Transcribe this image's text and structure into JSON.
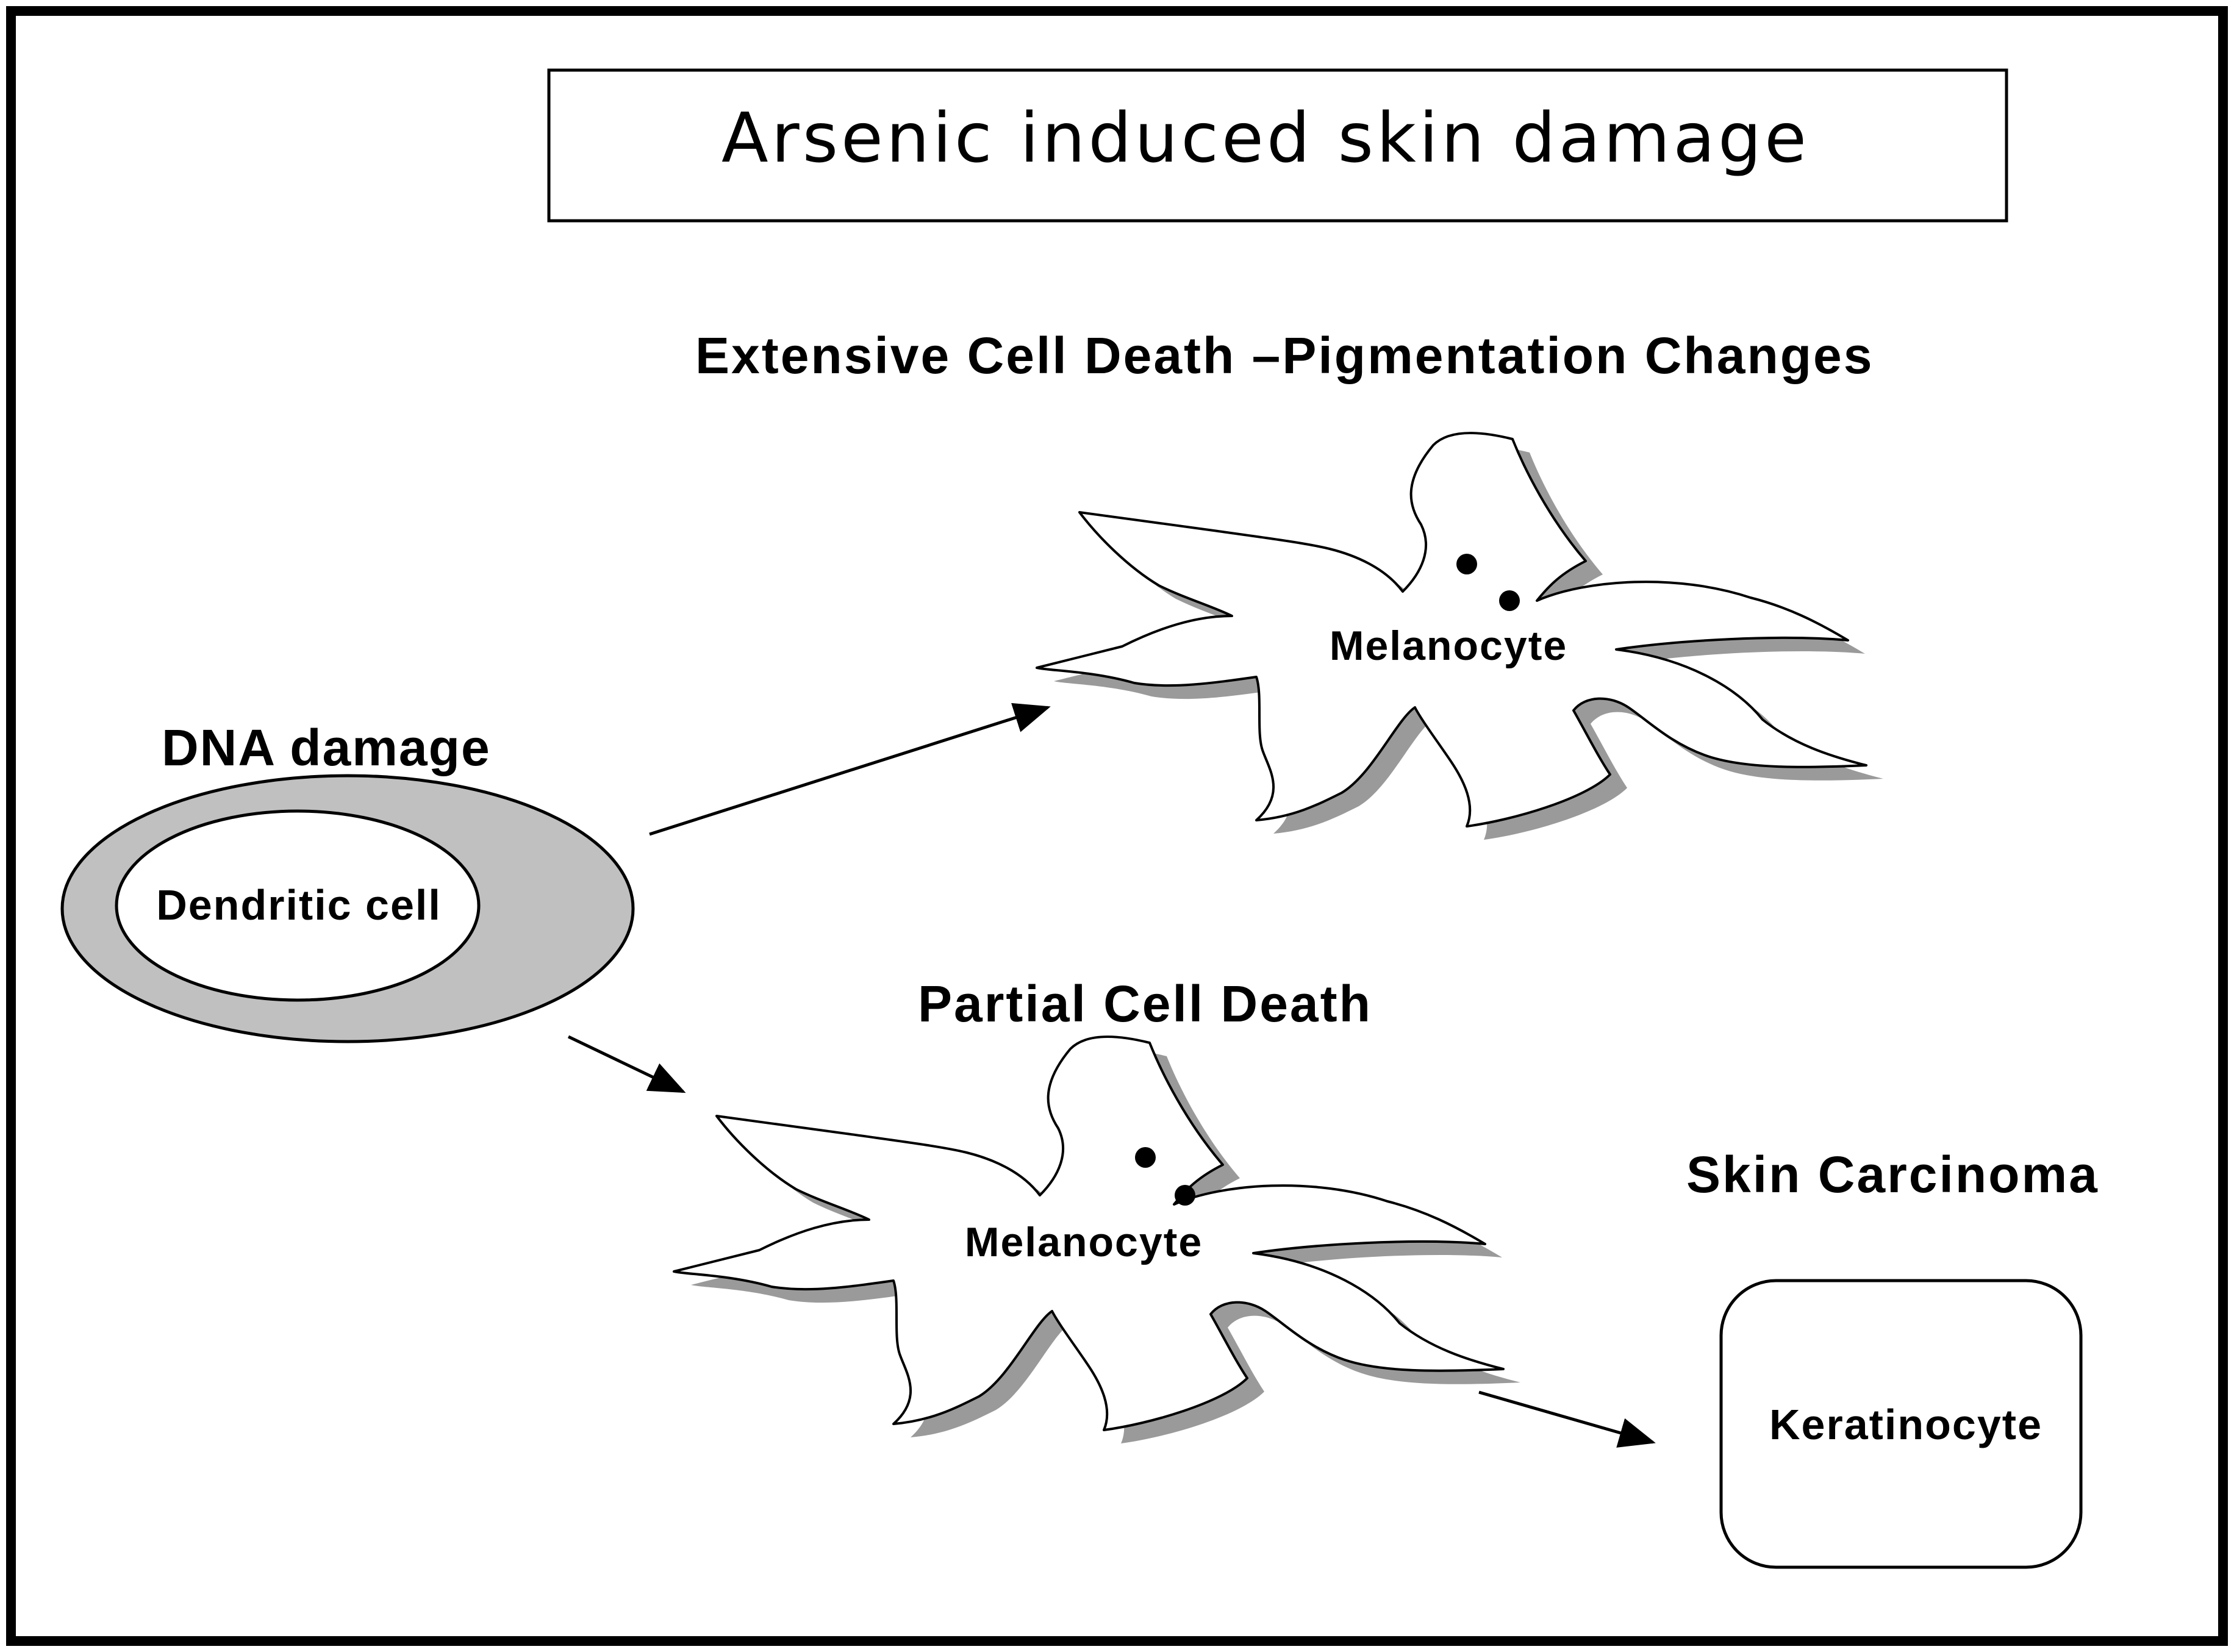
{
  "title": "Arsenic induced skin damage",
  "labels": {
    "extensive": "Extensive Cell Death –Pigmentation Changes",
    "partial": "Partial Cell Death",
    "dna_damage": "DNA damage",
    "dendritic_cell": "Dendritic cell",
    "melanocyte_top": "Melanocyte",
    "melanocyte_bottom": "Melanocyte",
    "skin_carcinoma": "Skin Carcinoma",
    "keratinocyte": "Keratinocyte"
  },
  "colors": {
    "frame": "#000000",
    "dendritic_ring": "#c0c0c0",
    "cell_shadow": "#9a9a9a",
    "background": "#ffffff"
  }
}
